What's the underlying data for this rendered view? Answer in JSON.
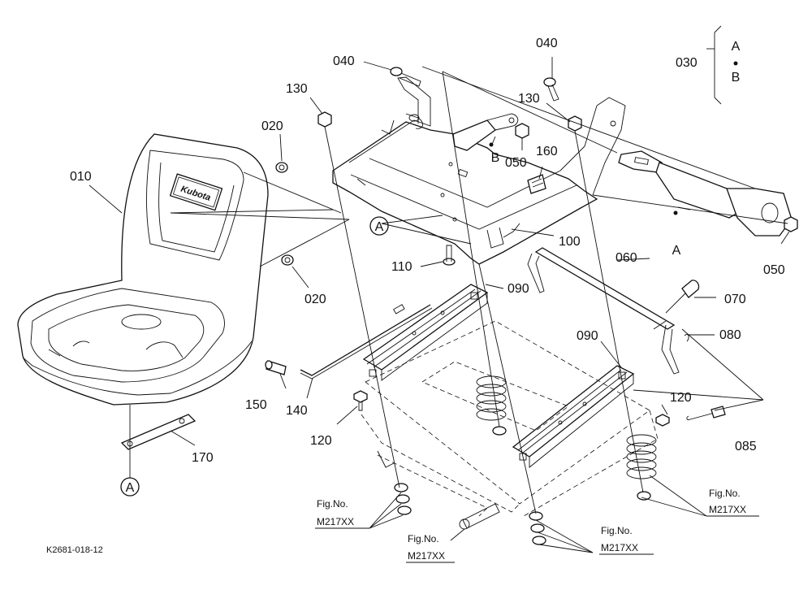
{
  "diagram": {
    "drawing_code": "K2681-018-12",
    "brand_mark": "Kubota",
    "part_labels": {
      "p010": "010",
      "p020a": "020",
      "p020b": "020",
      "p030": "030",
      "p040a": "040",
      "p040b": "040",
      "p050a": "050",
      "p050b": "050",
      "p060": "060",
      "p070": "070",
      "p080": "080",
      "p085": "085",
      "p090a": "090",
      "p090b": "090",
      "p100": "100",
      "p110": "110",
      "p120a": "120",
      "p120b": "120",
      "p130a": "130",
      "p130b": "130",
      "p140": "140",
      "p150": "150",
      "p160": "160",
      "p170": "170"
    },
    "callouts": {
      "circle_a1": "A",
      "circle_a2": "A",
      "marker_b": "B",
      "marker_a": "A",
      "bracket_a": "A",
      "bracket_b": "B"
    },
    "fig_refs": [
      {
        "title": "Fig.No.",
        "code": "M217XX"
      },
      {
        "title": "Fig.No.",
        "code": "M217XX"
      },
      {
        "title": "Fig.No.",
        "code": "M217XX"
      },
      {
        "title": "Fig.No.",
        "code": "M217XX"
      }
    ]
  }
}
